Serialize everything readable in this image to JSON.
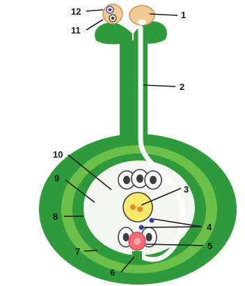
{
  "labels": [
    "1",
    "2",
    "3",
    "4",
    "5",
    "6",
    "7",
    "8",
    "9",
    "10",
    "11",
    "12"
  ],
  "colors": {
    "ovary_outer": "#2e9a3b",
    "ovary_inner": "#6cc04a",
    "embryo_sac": "#f4f6f1",
    "pollen_tube": "#ffffff",
    "pollen_grain": "#f2c893",
    "central_cell": "#f7e96a",
    "egg_cell": "#f06a78",
    "nucleus_dark": "#3d3d3d",
    "sperm_dot": "#3b3bb0"
  }
}
